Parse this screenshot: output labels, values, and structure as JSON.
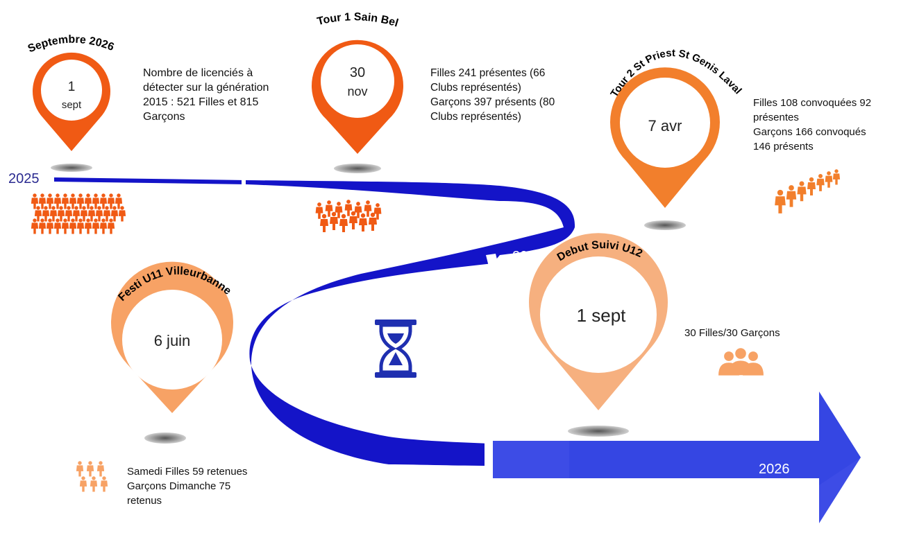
{
  "colors": {
    "dark_orange": "#f05a14",
    "mid_orange": "#f27f2c",
    "light_orange": "#f7a265",
    "pale_orange": "#f6b07f",
    "road_blue": "#1414c8",
    "arrow_blue": "#3d4ce6",
    "hourglass_blue": "#1f2fb0"
  },
  "years": {
    "start": "2025",
    "middle": "2026",
    "end": "2026"
  },
  "events": [
    {
      "title": "Septembre 2026",
      "pin_line1": "1",
      "pin_line2": "sept",
      "description": [
        "Nombre de licenciés à",
        "détecter sur la génération",
        "2015 : 521 Filles et 815",
        "Garçons"
      ],
      "people_icon": "crowd-icon"
    },
    {
      "title": "Tour 1 Sain Bel",
      "pin_line1": "30",
      "pin_line2": "nov",
      "description": [
        "Filles 241 présentes (66",
        "Clubs représentés)",
        "Garçons 397 présents (80",
        "Clubs représentés)"
      ],
      "people_icon": "group-icon"
    },
    {
      "title": "Tour 2 St Priest St Genis Laval",
      "pin_line1": "7 avr",
      "description": [
        "Filles 108 convoquées 92",
        "présentes",
        "Garçons 166 convoqués",
        "146 présents"
      ],
      "people_icon": "queue-icon"
    },
    {
      "title": "Festi U11 Villeurbanne",
      "pin_line1": "6 juin",
      "description": [
        "Samedi Filles 59 retenues",
        "Garçons Dimanche 75",
        "retenus"
      ],
      "people_icon": "team-icon"
    },
    {
      "title": "Debut Suivi U12",
      "pin_line1": "1 sept",
      "description": [
        "30 Filles/30 Garçons"
      ],
      "people_icon": "trio-icon"
    }
  ],
  "center_icon": "hourglass-icon"
}
